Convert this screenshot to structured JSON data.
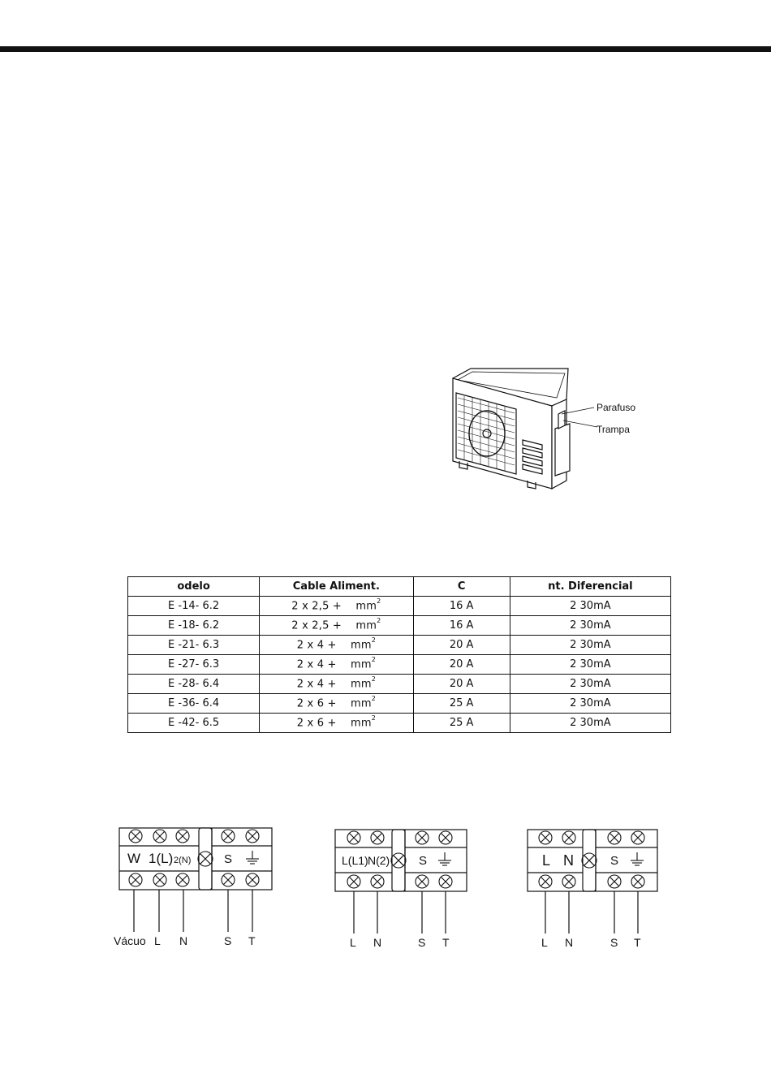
{
  "unit_callouts": {
    "screw": "Parafuso",
    "cover": "Trampa"
  },
  "table": {
    "headers": [
      "odelo",
      "Cable Aliment.",
      "C",
      "nt. Diferencial"
    ],
    "rows": [
      {
        "model": "E -14- 6.2",
        "cable": "2 x 2,5 +",
        "unit": "mm",
        "sup": "2",
        "c": "16 A",
        "dif": "2 30mA"
      },
      {
        "model": "E -18- 6.2",
        "cable": "2 x 2,5 +",
        "unit": "mm",
        "sup": "2",
        "c": "16 A",
        "dif": "2 30mA"
      },
      {
        "model": "E -21- 6.3",
        "cable": "2 x 4 +",
        "unit": "mm",
        "sup": "2",
        "c": "20 A",
        "dif": "2 30mA"
      },
      {
        "model": "E -27- 6.3",
        "cable": "2 x 4 +",
        "unit": "mm",
        "sup": "2",
        "c": "20 A",
        "dif": "2 30mA"
      },
      {
        "model": "E -28- 6.4",
        "cable": "2 x 4 +",
        "unit": "mm",
        "sup": "2",
        "c": "20 A",
        "dif": "2 30mA"
      },
      {
        "model": "E -36- 6.4",
        "cable": "2 x 6 +",
        "unit": "mm",
        "sup": "2",
        "c": "25 A",
        "dif": "2 30mA"
      },
      {
        "model": "E -42- 6.5",
        "cable": "2 x 6 +",
        "unit": "mm",
        "sup": "2",
        "c": "25 A",
        "dif": "2 30mA"
      }
    ]
  },
  "terminal_blocks": [
    {
      "terminals": [
        "W",
        "1(L)",
        "2(N)",
        "S"
      ],
      "wires": [
        "Vácuo",
        "L",
        "N",
        "S",
        "T"
      ]
    },
    {
      "terminals": [
        "L(L1)",
        "N(2)",
        "S"
      ],
      "wires": [
        "L",
        "N",
        "S",
        "T"
      ]
    },
    {
      "terminals": [
        "L",
        "N",
        "S"
      ],
      "wires": [
        "L",
        "N",
        "S",
        "T"
      ]
    }
  ]
}
